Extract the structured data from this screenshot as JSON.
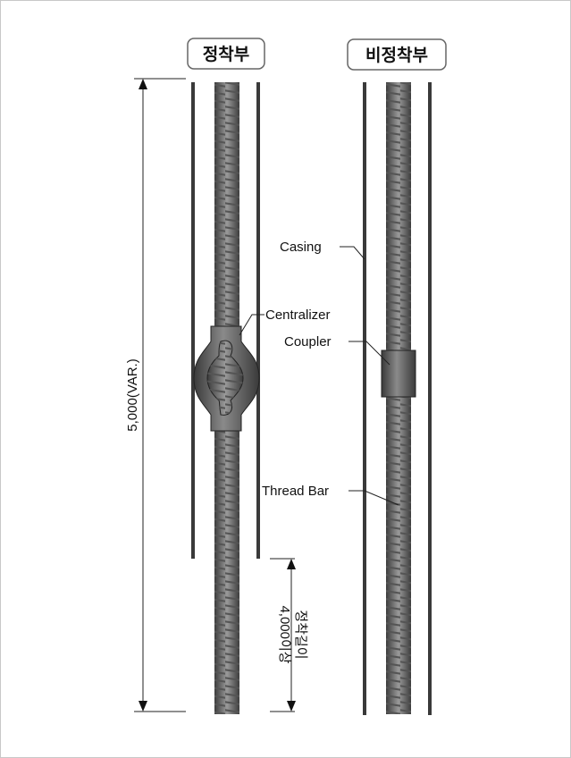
{
  "headers": {
    "anchored": "정착부",
    "unanchored": "비정착부"
  },
  "labels": {
    "casing": "Casing",
    "centralizer": "Centralizer",
    "coupler": "Coupler",
    "thread_bar": "Thread Bar"
  },
  "dimensions": {
    "total_length": "5,000(VAR.)",
    "anchor_length_title": "정착길이",
    "anchor_length_value": "4,000이상"
  },
  "colors": {
    "casing": "#3a3a3a",
    "bar_dark": "#3c3c3c",
    "bar_light": "#9a9a9a",
    "fitting": "#5a5a5a"
  }
}
